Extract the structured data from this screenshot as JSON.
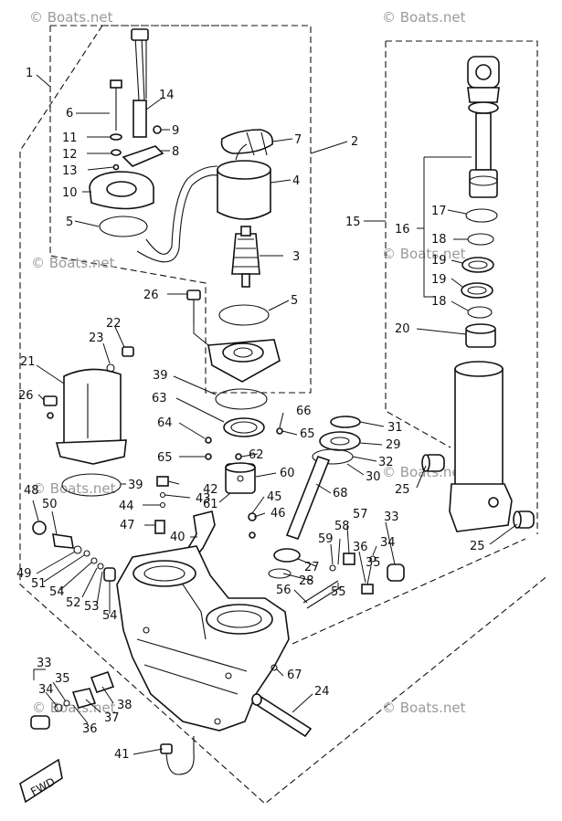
{
  "watermark": "© Boats.net",
  "fwd_label": "FWD",
  "callouts": {
    "1": "1",
    "2": "2",
    "3": "3",
    "4": "4",
    "5": "5",
    "6": "6",
    "7": "7",
    "8": "8",
    "9": "9",
    "10": "10",
    "11": "11",
    "12": "12",
    "13": "13",
    "14": "14",
    "15": "15",
    "16": "16",
    "17": "17",
    "18": "18",
    "19": "19",
    "20": "20",
    "21": "21",
    "22": "22",
    "23": "23",
    "24": "24",
    "25": "25",
    "26": "26",
    "27": "27",
    "28": "28",
    "29": "29",
    "30": "30",
    "31": "31",
    "32": "32",
    "33": "33",
    "34": "34",
    "35": "35",
    "36": "36",
    "37": "37",
    "38": "38",
    "39": "39",
    "40": "40",
    "41": "41",
    "42": "42",
    "43": "43",
    "44": "44",
    "45": "45",
    "46": "46",
    "47": "47",
    "48": "48",
    "49": "49",
    "50": "50",
    "51": "51",
    "52": "52",
    "53": "53",
    "54": "54",
    "55": "55",
    "56": "56",
    "57": "57",
    "58": "58",
    "59": "59",
    "60": "60",
    "61": "61",
    "62": "62",
    "63": "63",
    "64": "64",
    "65": "65",
    "66": "66",
    "67": "67",
    "68": "68"
  }
}
